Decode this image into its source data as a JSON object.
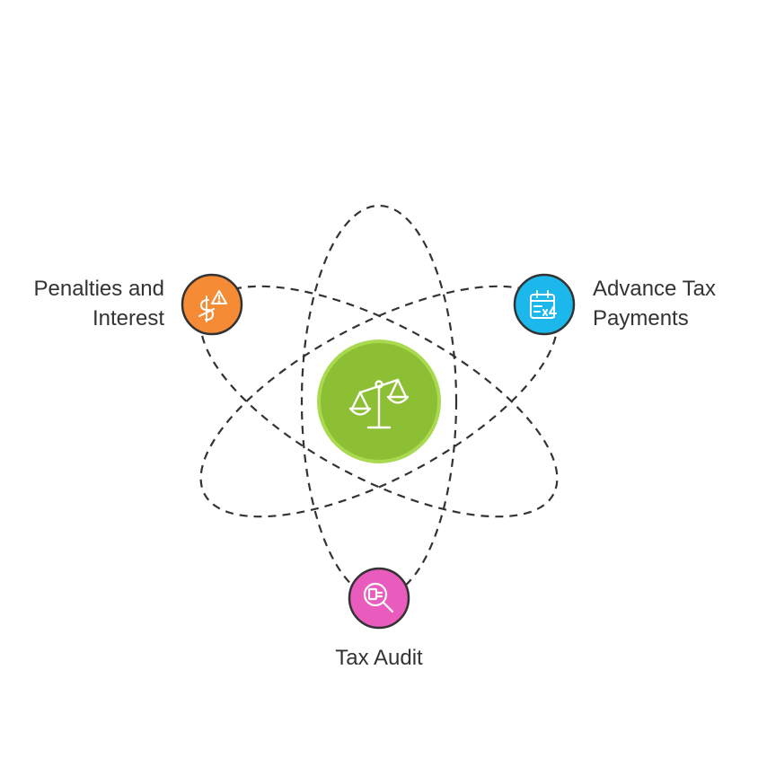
{
  "nodes": {
    "center": {
      "icon": "balance-scale-icon",
      "color": "#8dbf34",
      "ring": "#a9d94f"
    },
    "penalties": {
      "label_line1": "Penalties and",
      "label_line2": "Interest",
      "icon": "penalty-warning-icon",
      "color": "#f58b35"
    },
    "advance": {
      "label_line1": "Advance Tax",
      "label_line2": "Payments",
      "icon": "calendar-installments-icon",
      "color": "#1cb8ec"
    },
    "audit": {
      "label": "Tax Audit",
      "icon": "audit-magnifier-icon",
      "color": "#e95bbd"
    }
  },
  "colors": {
    "orbit": "#333333",
    "node_border": "#333333",
    "text": "#333333",
    "icon_stroke": "#ffffff"
  }
}
